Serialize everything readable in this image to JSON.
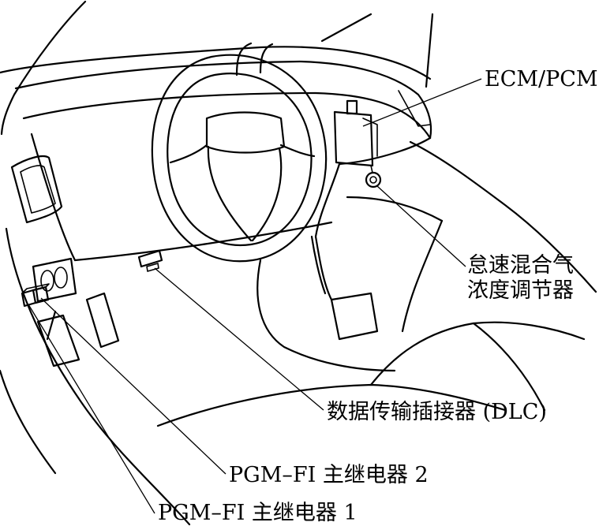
{
  "callouts": {
    "ecm_pcm": "ECM/PCM",
    "idle_mixture_line1": "怠速混合气",
    "idle_mixture_line2": "浓度调节器",
    "dlc": "数据传输插接器 (DLC)",
    "main_relay_2": "PGM–FI 主继电器 2",
    "main_relay_1": "PGM–FI 主继电器 1"
  }
}
